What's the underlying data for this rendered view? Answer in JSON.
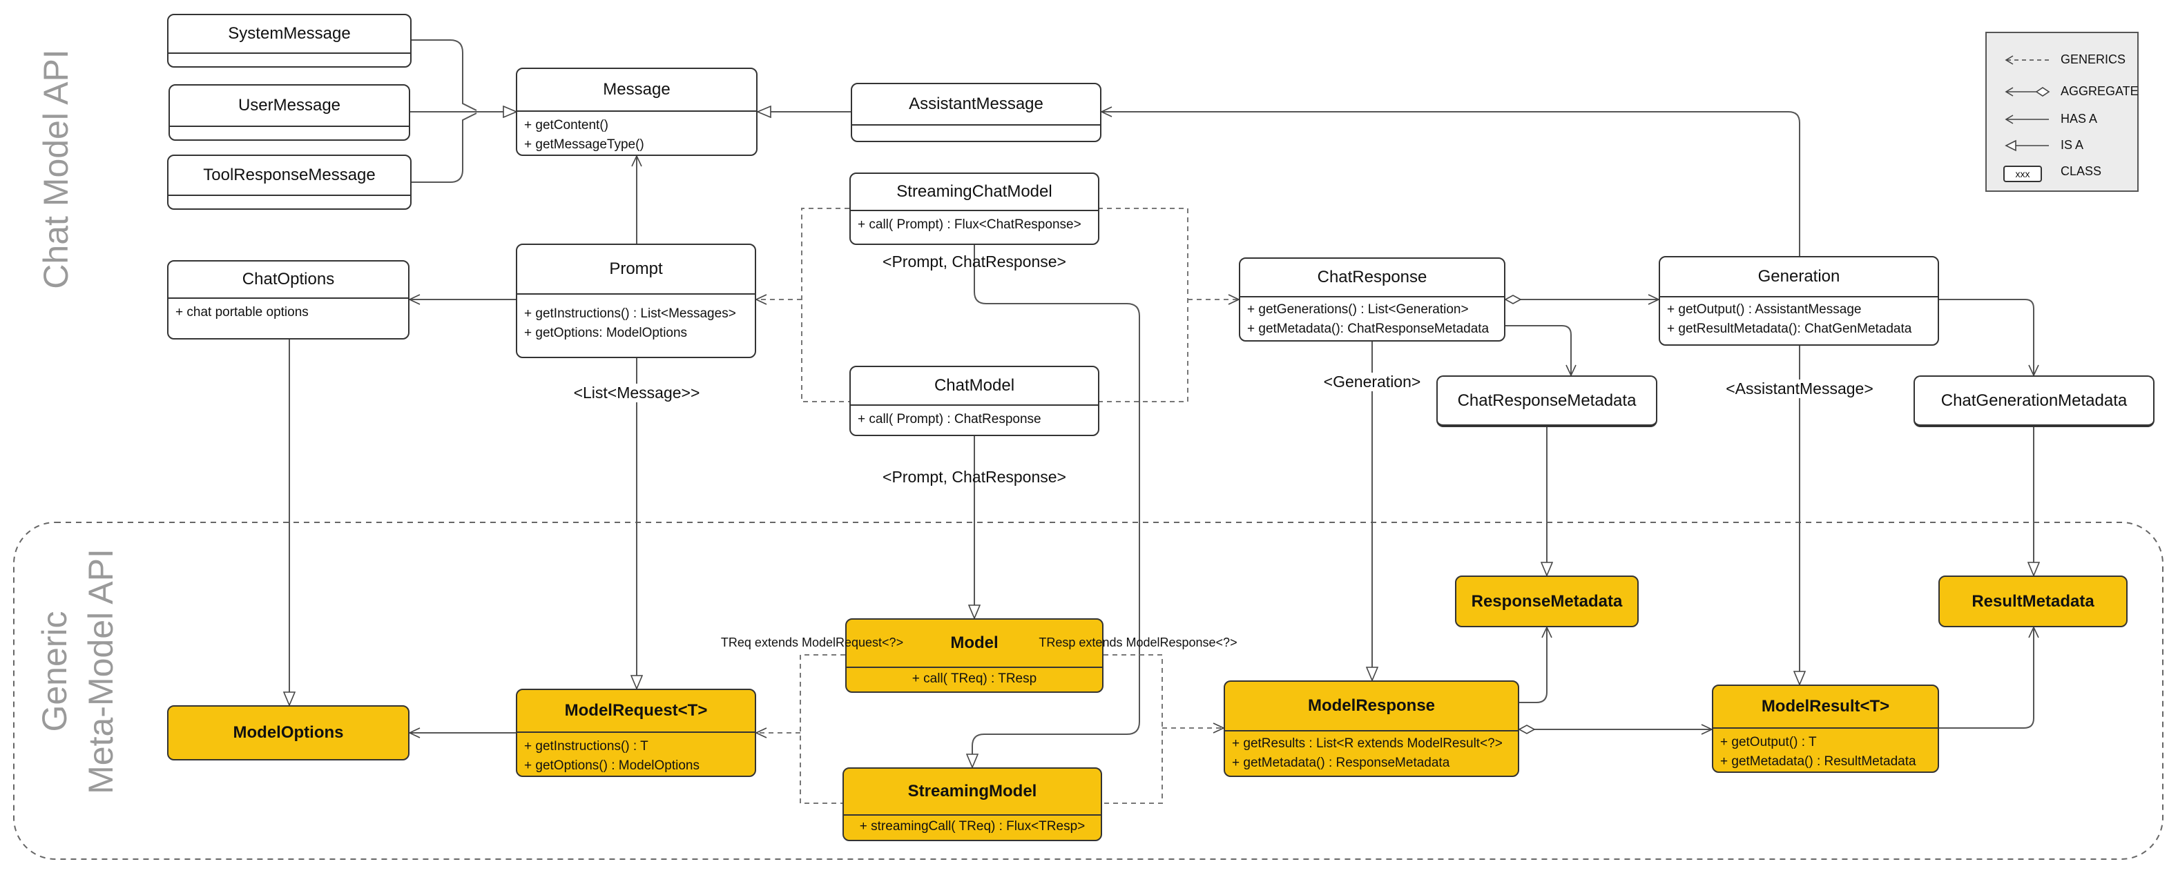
{
  "sections": {
    "chat_model_api": "Chat Model API",
    "generic_line1": "Generic",
    "generic_line2": "Meta-Model API"
  },
  "legend": {
    "generics": "GENERICS",
    "aggregate": "AGGREGATE",
    "has_a": "HAS A",
    "is_a": "IS A",
    "class": "CLASS",
    "class_box": "xxx"
  },
  "classes": {
    "system_message": {
      "name": "SystemMessage"
    },
    "user_message": {
      "name": "UserMessage"
    },
    "tool_response_message": {
      "name": "ToolResponseMessage"
    },
    "message": {
      "name": "Message",
      "members": [
        "+ getContent()",
        "+ getMessageType()"
      ]
    },
    "assistant_message": {
      "name": "AssistantMessage"
    },
    "streaming_chat_model": {
      "name": "StreamingChatModel",
      "members": [
        "+ call( Prompt) : Flux<ChatResponse>"
      ]
    },
    "chat_options": {
      "name": "ChatOptions",
      "members": [
        "+ chat portable options"
      ]
    },
    "prompt": {
      "name": "Prompt",
      "members": [
        "+ getInstructions() : List<Messages>",
        "+ getOptions: ModelOptions"
      ]
    },
    "chat_model": {
      "name": "ChatModel",
      "members": [
        "+ call( Prompt) : ChatResponse"
      ]
    },
    "chat_response": {
      "name": "ChatResponse",
      "members": [
        "+ getGenerations() : List<Generation>",
        "+ getMetadata(): ChatResponseMetadata"
      ]
    },
    "generation": {
      "name": "Generation",
      "members": [
        "+ getOutput() : AssistantMessage",
        "+ getResultMetadata(): ChatGenMetadata"
      ]
    },
    "chat_response_metadata": {
      "name": "ChatResponseMetadata"
    },
    "chat_generation_metadata": {
      "name": "ChatGenerationMetadata"
    },
    "response_metadata": {
      "name": "ResponseMetadata"
    },
    "result_metadata": {
      "name": "ResultMetadata"
    },
    "model": {
      "name": "Model",
      "members": [
        "+ call( TReq) : TResp"
      ]
    },
    "model_options": {
      "name": "ModelOptions"
    },
    "model_request": {
      "name": "ModelRequest<T>",
      "members": [
        "+ getInstructions() : T",
        "+ getOptions() : ModelOptions"
      ]
    },
    "model_response": {
      "name": "ModelResponse",
      "members": [
        "+ getResults : List<R extends ModelResult<?>",
        "+ getMetadata() : ResponseMetadata"
      ]
    },
    "model_result": {
      "name": "ModelResult<T>",
      "members": [
        "+ getOutput() : T",
        "+ getMetadata() : ResultMetadata"
      ]
    },
    "streaming_model": {
      "name": "StreamingModel",
      "members": [
        "+ streamingCall( TReq) : Flux<TResp>"
      ]
    }
  },
  "labels": {
    "prompt_chatresponse_top": "<Prompt, ChatResponse>",
    "prompt_chatresponse_mid": "<Prompt, ChatResponse>",
    "list_message": "<List<Message>>",
    "generation": "<Generation>",
    "assistant_message": "<AssistantMessage>",
    "treq": "TReq extends ModelRequest<?>",
    "tresp": "TResp extends ModelResponse<?>"
  }
}
